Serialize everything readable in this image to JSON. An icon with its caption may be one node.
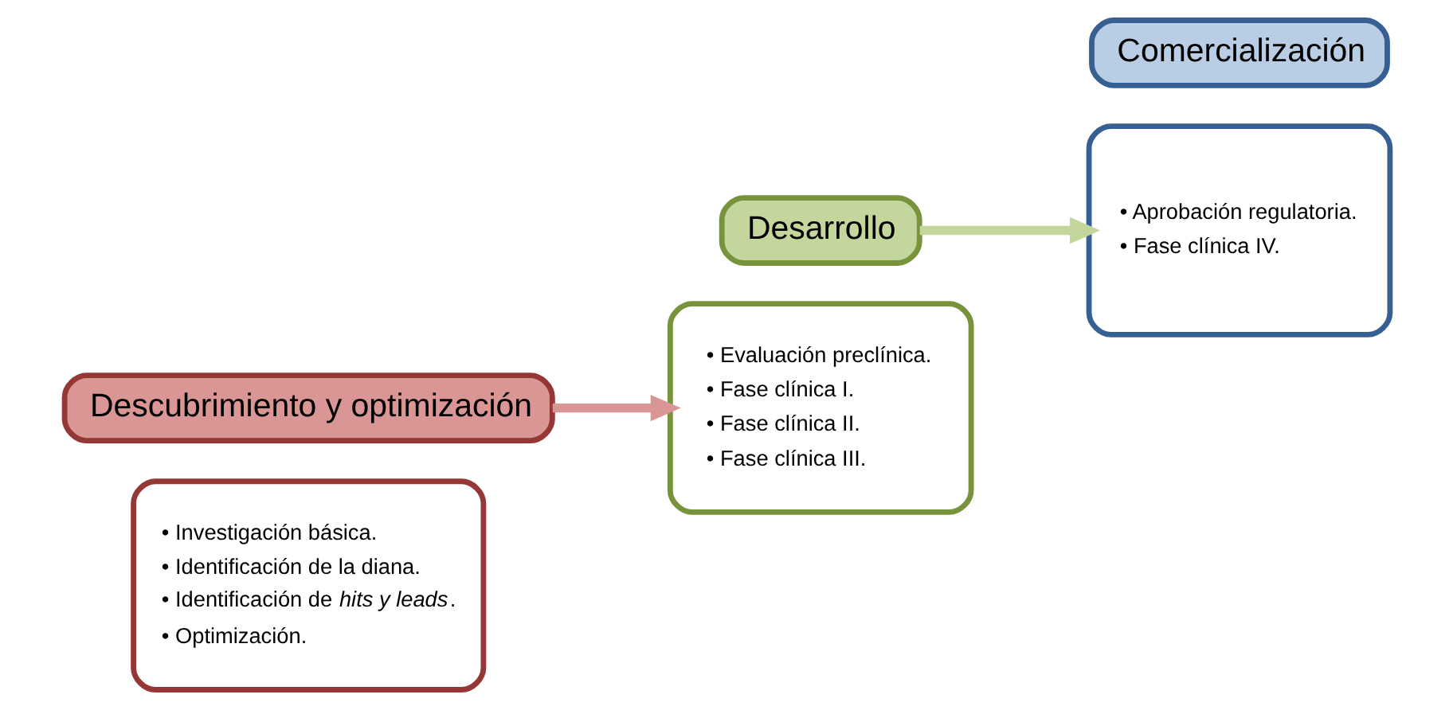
{
  "diagram": {
    "nodes": [
      {
        "text": [
          "• Investigación básica.",
          "• Identificación de la diana.",
          "• Identificación de *hits y leads*.",
          "• Optimización."
        ]
      },
      {
        "text": [
          "Descubrimiento y optimización"
        ]
      },
      {
        "text": [
          "Desarrollo"
        ]
      },
      {
        "text": [
          "• Evaluación preclínica.",
          "• Fase clínica I.",
          "• Fase clínica II.",
          "• Fase clínica III."
        ]
      },
      {
        "text": [
          "• Aprobación regulatoria.",
          "• Fase clínica IV."
        ]
      },
      {
        "text": [
          "Comercialización"
        ]
      }
    ],
    "edges": [
      {
        "from": 1,
        "to": 3,
        "arrow": "to",
        "color": "#d99694"
      },
      {
        "from": 2,
        "to": 4,
        "arrow": "to",
        "color": "#c3d69b"
      }
    ]
  }
}
